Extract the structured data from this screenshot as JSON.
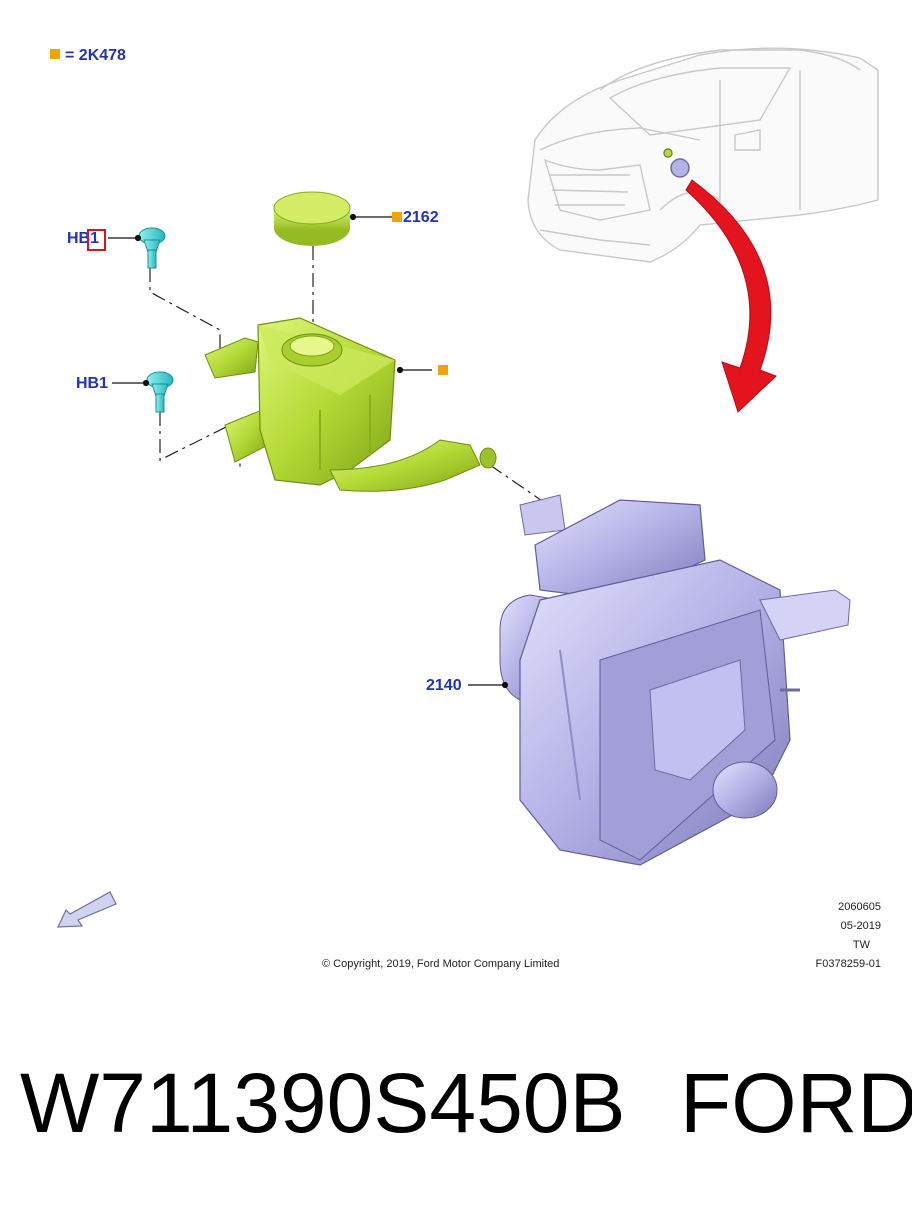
{
  "diagram": {
    "legend": {
      "marker_label": "= 2K478",
      "marker_color": "#f0a30a"
    },
    "callout_color": "#2233b4",
    "callouts": {
      "cap": "2162",
      "bolt_top": "HB1",
      "bolt_bottom": "HB1",
      "booster": "2140"
    },
    "doc_info": {
      "code": "2060605",
      "date": "05-2019",
      "region": "TW",
      "figure_id": "F0378259-01"
    },
    "copyright": "© Copyright, 2019, Ford Motor Company Limited",
    "colors": {
      "reservoir": "#b7dc3a",
      "bolt": "#3fd4d8",
      "booster": "#b4b2e6",
      "arrow": "#e3141e"
    }
  },
  "caption": {
    "part_number": "W711390S450B",
    "brand": "FORD"
  }
}
